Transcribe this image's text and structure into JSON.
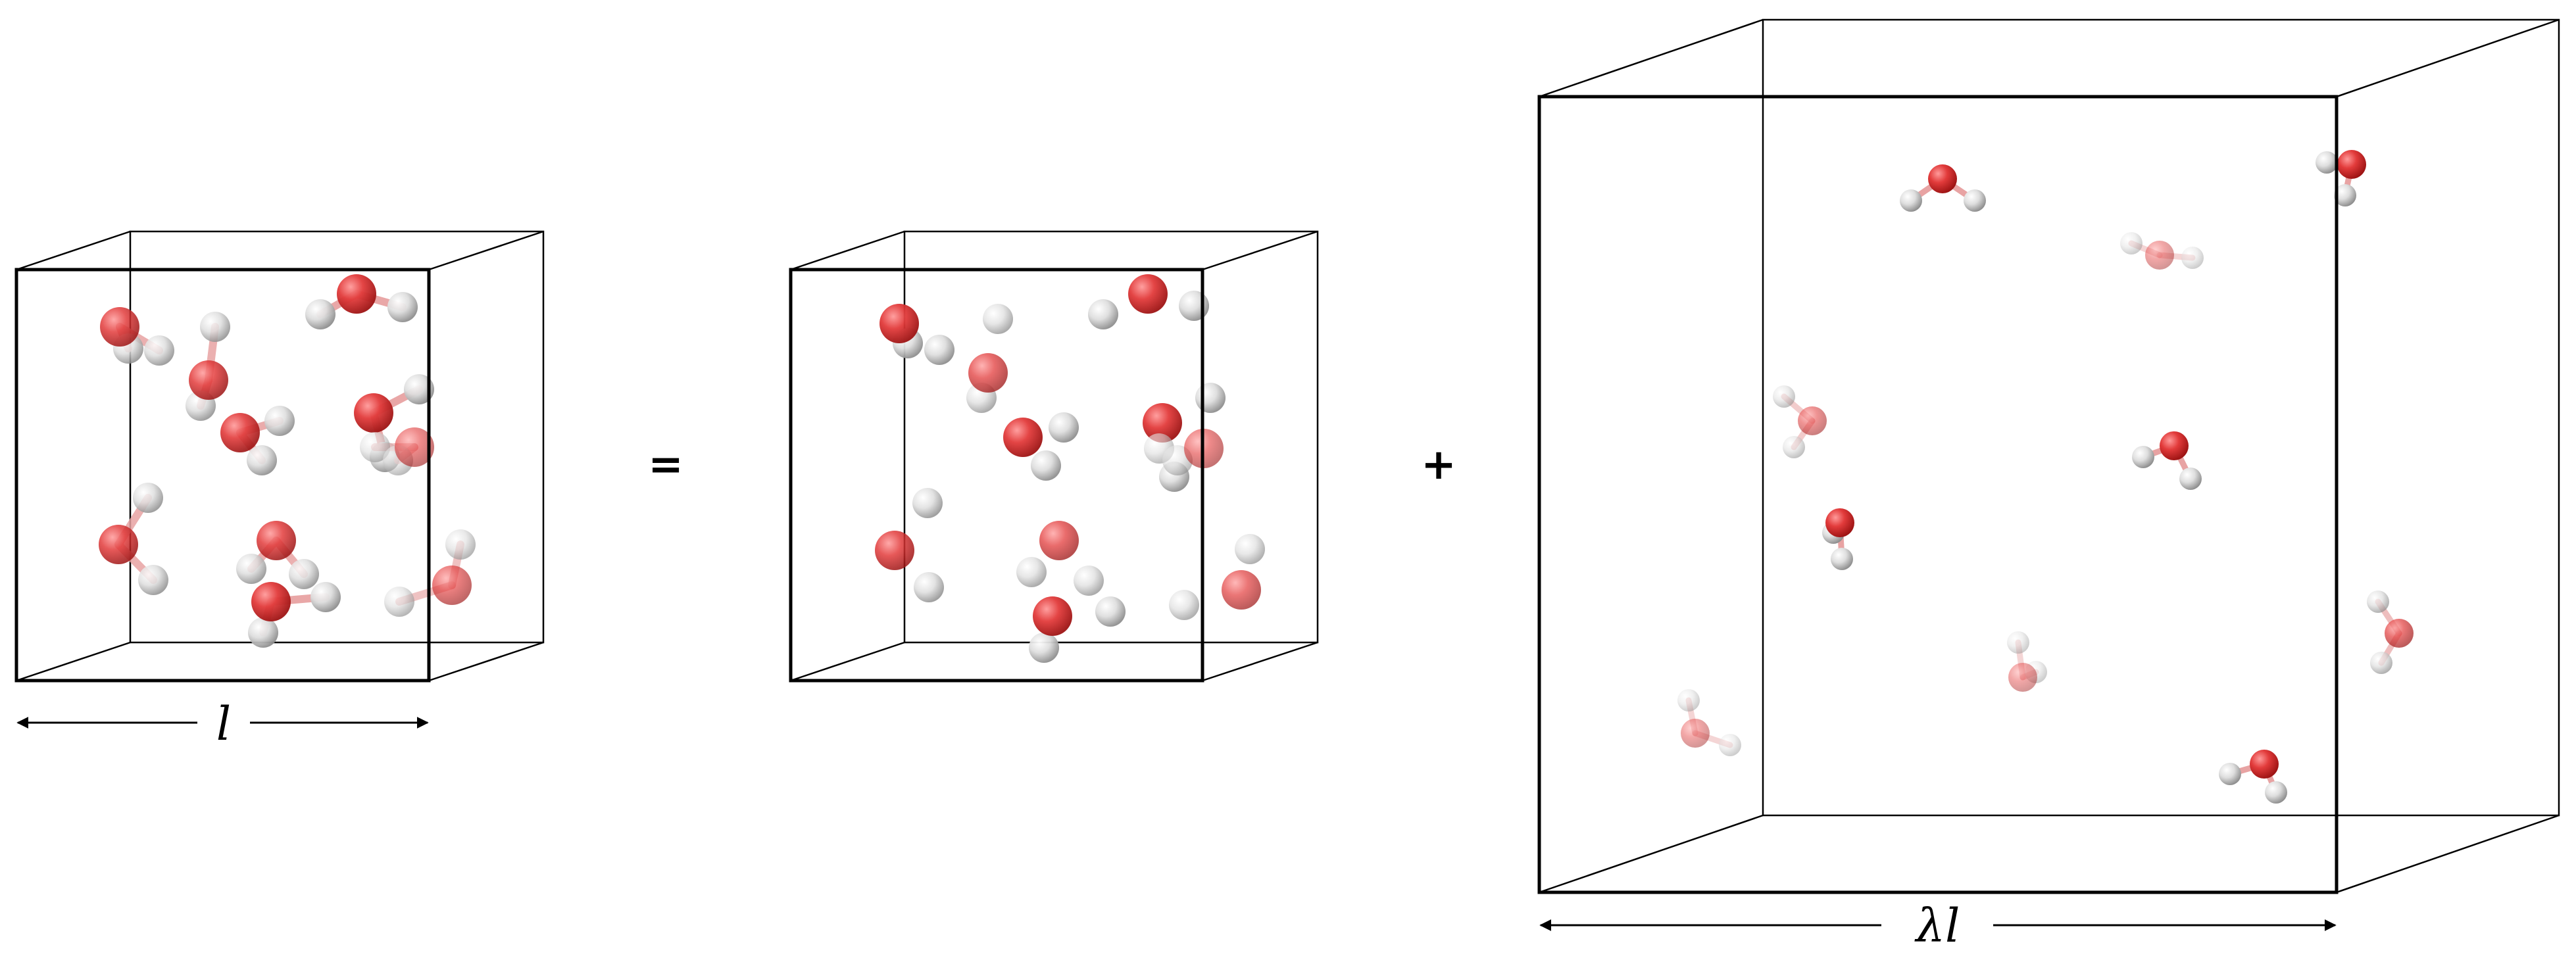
{
  "figure": {
    "operator_equals": "=",
    "operator_plus": "+",
    "box1_length_label": "l",
    "box3_length_label": "λl"
  },
  "colors": {
    "oxygen": "#e23b3b",
    "hydrogen": "#cfcfcf",
    "bond": "#d98f8f",
    "edge": "#000000",
    "background": "#ffffff"
  },
  "panels": [
    {
      "name": "interacting-water-box",
      "molecule_count": 10,
      "bonds_drawn": true
    },
    {
      "name": "ideal-gas-atoms-box",
      "molecule_count": 10,
      "bonds_drawn": false
    },
    {
      "name": "expanded-water-box",
      "molecule_count": 10,
      "bonds_drawn": true
    }
  ]
}
